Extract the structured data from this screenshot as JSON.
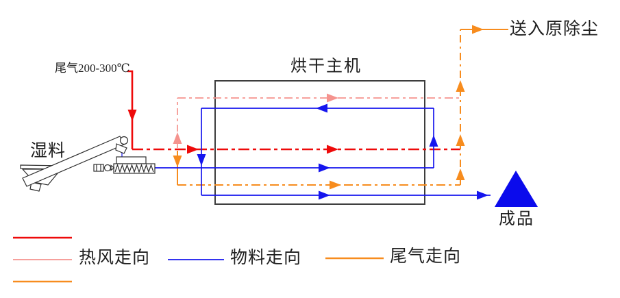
{
  "diagram": {
    "exhaust_inlet_label": "尾气200-300℃",
    "dryer_label": "烘干主机",
    "dust_outlet_label": "送入原除尘",
    "wet_material_label": "湿料",
    "product_label": "成品",
    "legend": {
      "hot_air": "热风走向",
      "material": "物料走向",
      "exhaust": "尾气走向"
    },
    "colors": {
      "hot_air_primary": "#ee0a0a",
      "hot_air_secondary": "#f5938e",
      "exhaust_orange": "#f78c1e",
      "material_blue": "#1616ee",
      "product_blue": "#0b0bec",
      "outline_gray": "#3d3d3d"
    }
  }
}
